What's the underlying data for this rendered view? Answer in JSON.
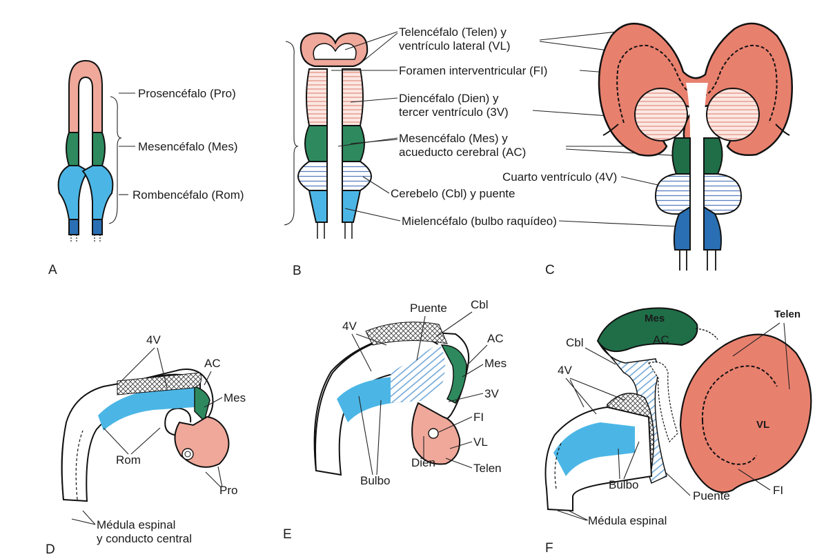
{
  "colors": {
    "prosencephalon": "#efa89a",
    "telencephalon": "#e8806e",
    "diencephalon_hatch": "#e89a8c",
    "mesencephalon": "#2e8a5e",
    "mesencephalon_dark": "#1f6e48",
    "rhombencephalon": "#4bb6e6",
    "myelencephalon": "#2a6fb3",
    "cerebellum_hatch": "#5a7fc0",
    "outline": "#111111"
  },
  "panels": {
    "A": {
      "label": "A",
      "regions": [
        "Prosencéfalo (Pro)",
        "Mesencéfalo (Mes)",
        "Rombencéfalo (Rom)"
      ]
    },
    "B": {
      "label": "B",
      "labels": [
        "Telencéfalo (Telen) y",
        "ventrículo lateral (VL)",
        "Foramen interventricular (FI)",
        "Diencéfalo (Dien) y",
        "tercer ventrículo (3V)",
        "Mesencéfalo (Mes) y",
        "acueducto cerebral (AC)",
        "Cuarto ventrículo (4V)",
        "Cerebelo (Cbl) y puente",
        "Mielencéfalo (bulbo raquídeo)"
      ]
    },
    "C": {
      "label": "C"
    },
    "D": {
      "label": "D",
      "labels": [
        "4V",
        "AC",
        "Mes",
        "Rom",
        "Pro",
        "Médula espinal",
        "y conducto central"
      ]
    },
    "E": {
      "label": "E",
      "labels": [
        "Puente",
        "Cbl",
        "4V",
        "AC",
        "Mes",
        "3V",
        "FI",
        "Dien",
        "VL",
        "Telen",
        "Bulbo"
      ]
    },
    "F": {
      "label": "F",
      "labels": [
        "Mes",
        "AC",
        "Telen",
        "Cbl",
        "4V",
        "VL",
        "Bulbo",
        "Puente",
        "FI",
        "Médula espinal"
      ]
    }
  }
}
